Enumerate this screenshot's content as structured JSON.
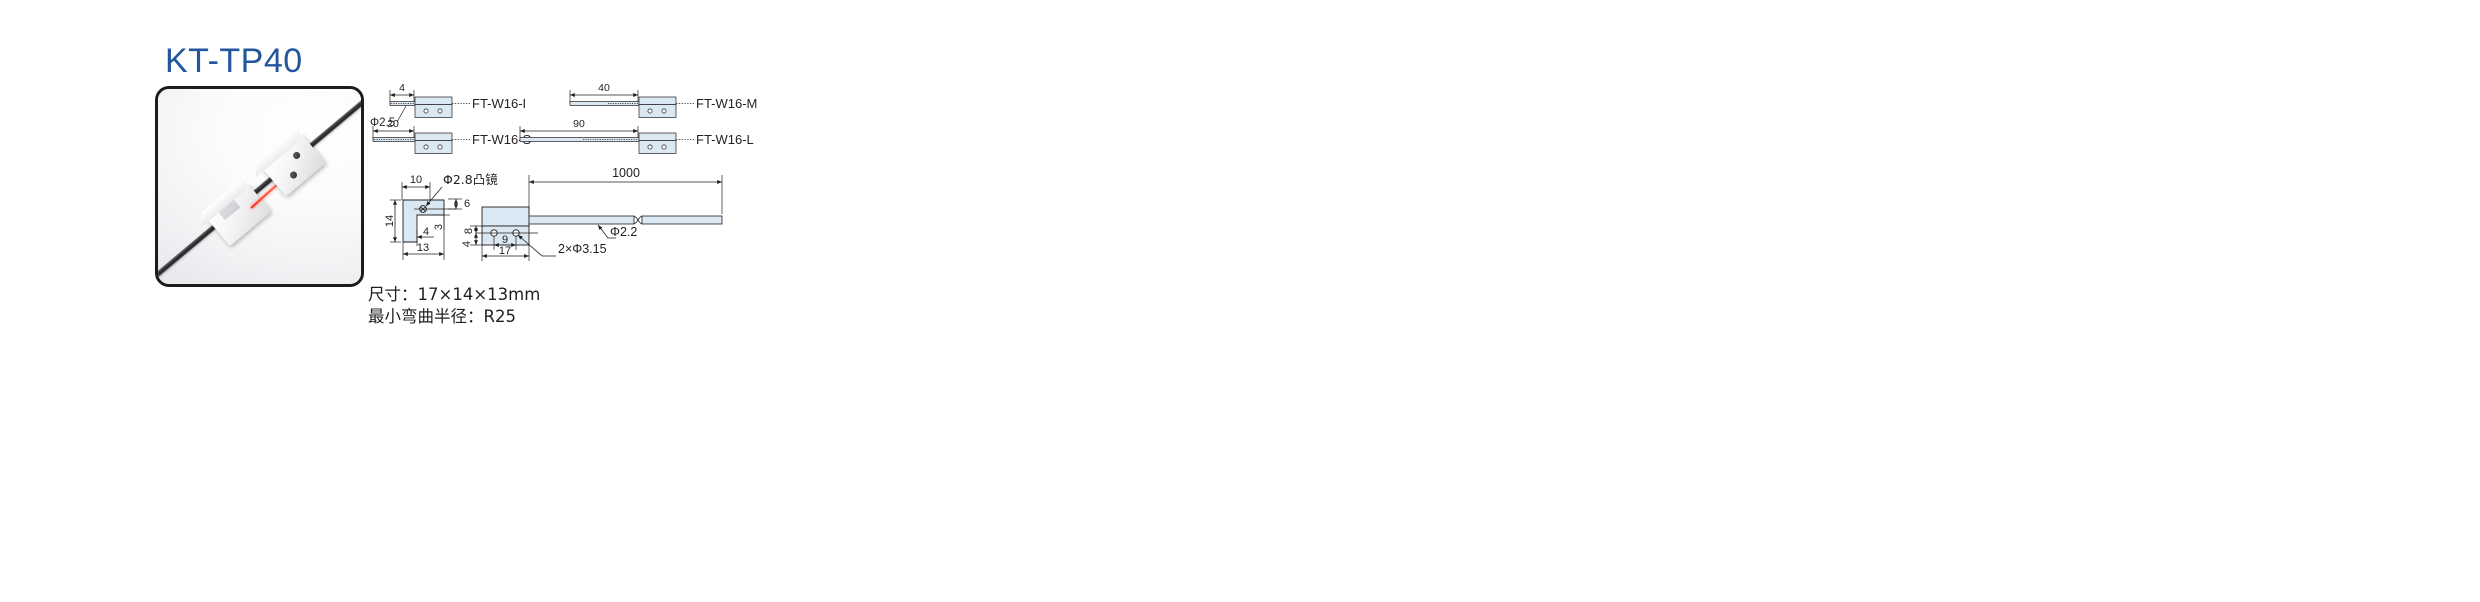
{
  "product": {
    "model": "KT-TP40",
    "model_color": "#22579b"
  },
  "photo": {
    "alt_name": "through-beam-fiber-sensor-head-photo",
    "cable_color": "#2f2f32",
    "beam_color": "#ff2a1a",
    "block_color": "#ffffff"
  },
  "drawings": {
    "variants": [
      {
        "label": "FT-W16-I",
        "dimension": "4",
        "extra": "Φ2.5"
      },
      {
        "label": "FT-W16-M",
        "dimension": "40",
        "extra": ""
      },
      {
        "label": "FT-W16-S",
        "dimension": "20",
        "extra": ""
      },
      {
        "label": "FT-W16-L",
        "dimension": "90",
        "extra": ""
      }
    ],
    "main": {
      "lens_note": "Φ2.8凸镜",
      "cable_note": "Φ2.2",
      "hole_note": "2×Φ3.15",
      "cable_length": "1000",
      "side_view_dims": {
        "width_top": "10",
        "height": "14",
        "foot": "4",
        "base": "13",
        "lens_offset_v": "6",
        "lens_offset_v2": "3"
      },
      "front_view_dims": {
        "body_width": "17",
        "hole_spacing": "9",
        "hole_from_top": "8",
        "hole_from_bottom": "4"
      }
    },
    "fill_color": "#dae8f4",
    "line_color": "#231f20"
  },
  "specs": {
    "size": "尺寸：17×14×13mm",
    "bend_radius": "最小弯曲半径：R25"
  }
}
